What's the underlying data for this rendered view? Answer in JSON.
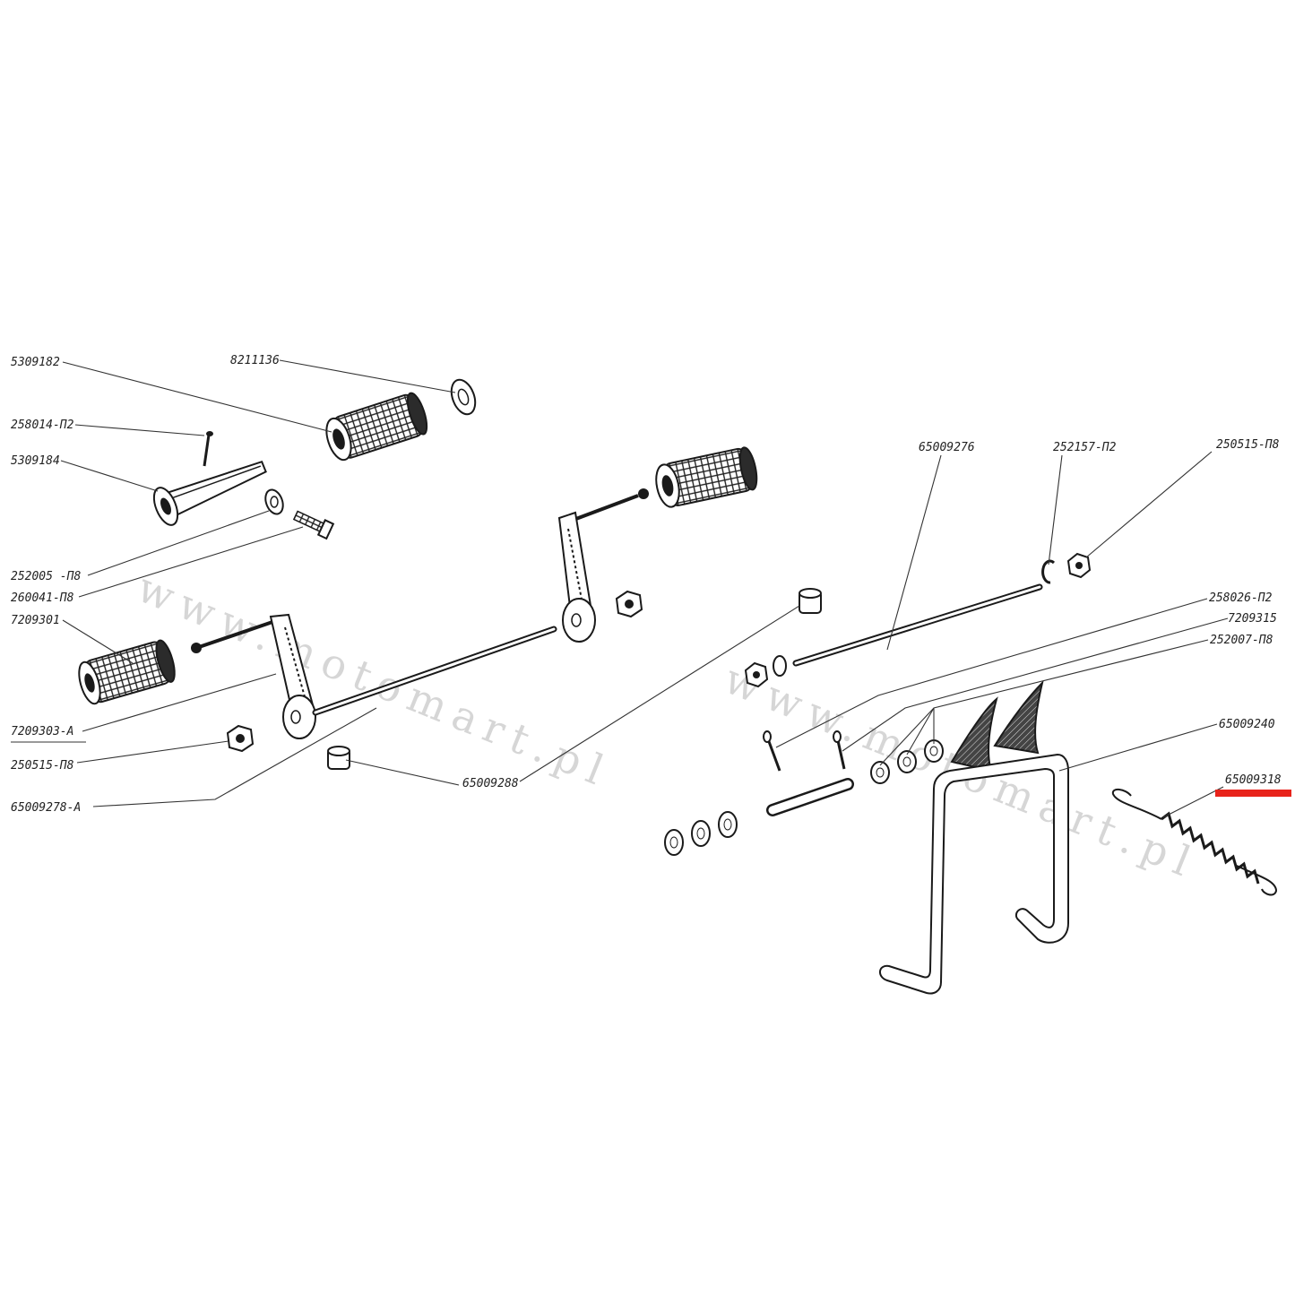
{
  "watermark": {
    "text": "www.motomart.pl"
  },
  "highlight_color": "#e8231b",
  "labels": {
    "p_5309182": "5309182",
    "p_8211136": "8211136",
    "p_258014": "258014-П2",
    "p_5309184": "5309184",
    "p_252005": "252005 -П8",
    "p_260041": "260041-П8",
    "p_7209301": "7209301",
    "p_7209303a": "7209303-A",
    "p_250515_left": "250515-П8",
    "p_65009278a": "65009278-A",
    "p_65009288": "65009288",
    "p_65009276": "65009276",
    "p_252157": "252157-П2",
    "p_250515_right": "250515-П8",
    "p_258026": "258026-П2",
    "p_7209315": "7209315",
    "p_252007": "252007-П8",
    "p_65009240": "65009240",
    "p_65009318": "65009318"
  }
}
